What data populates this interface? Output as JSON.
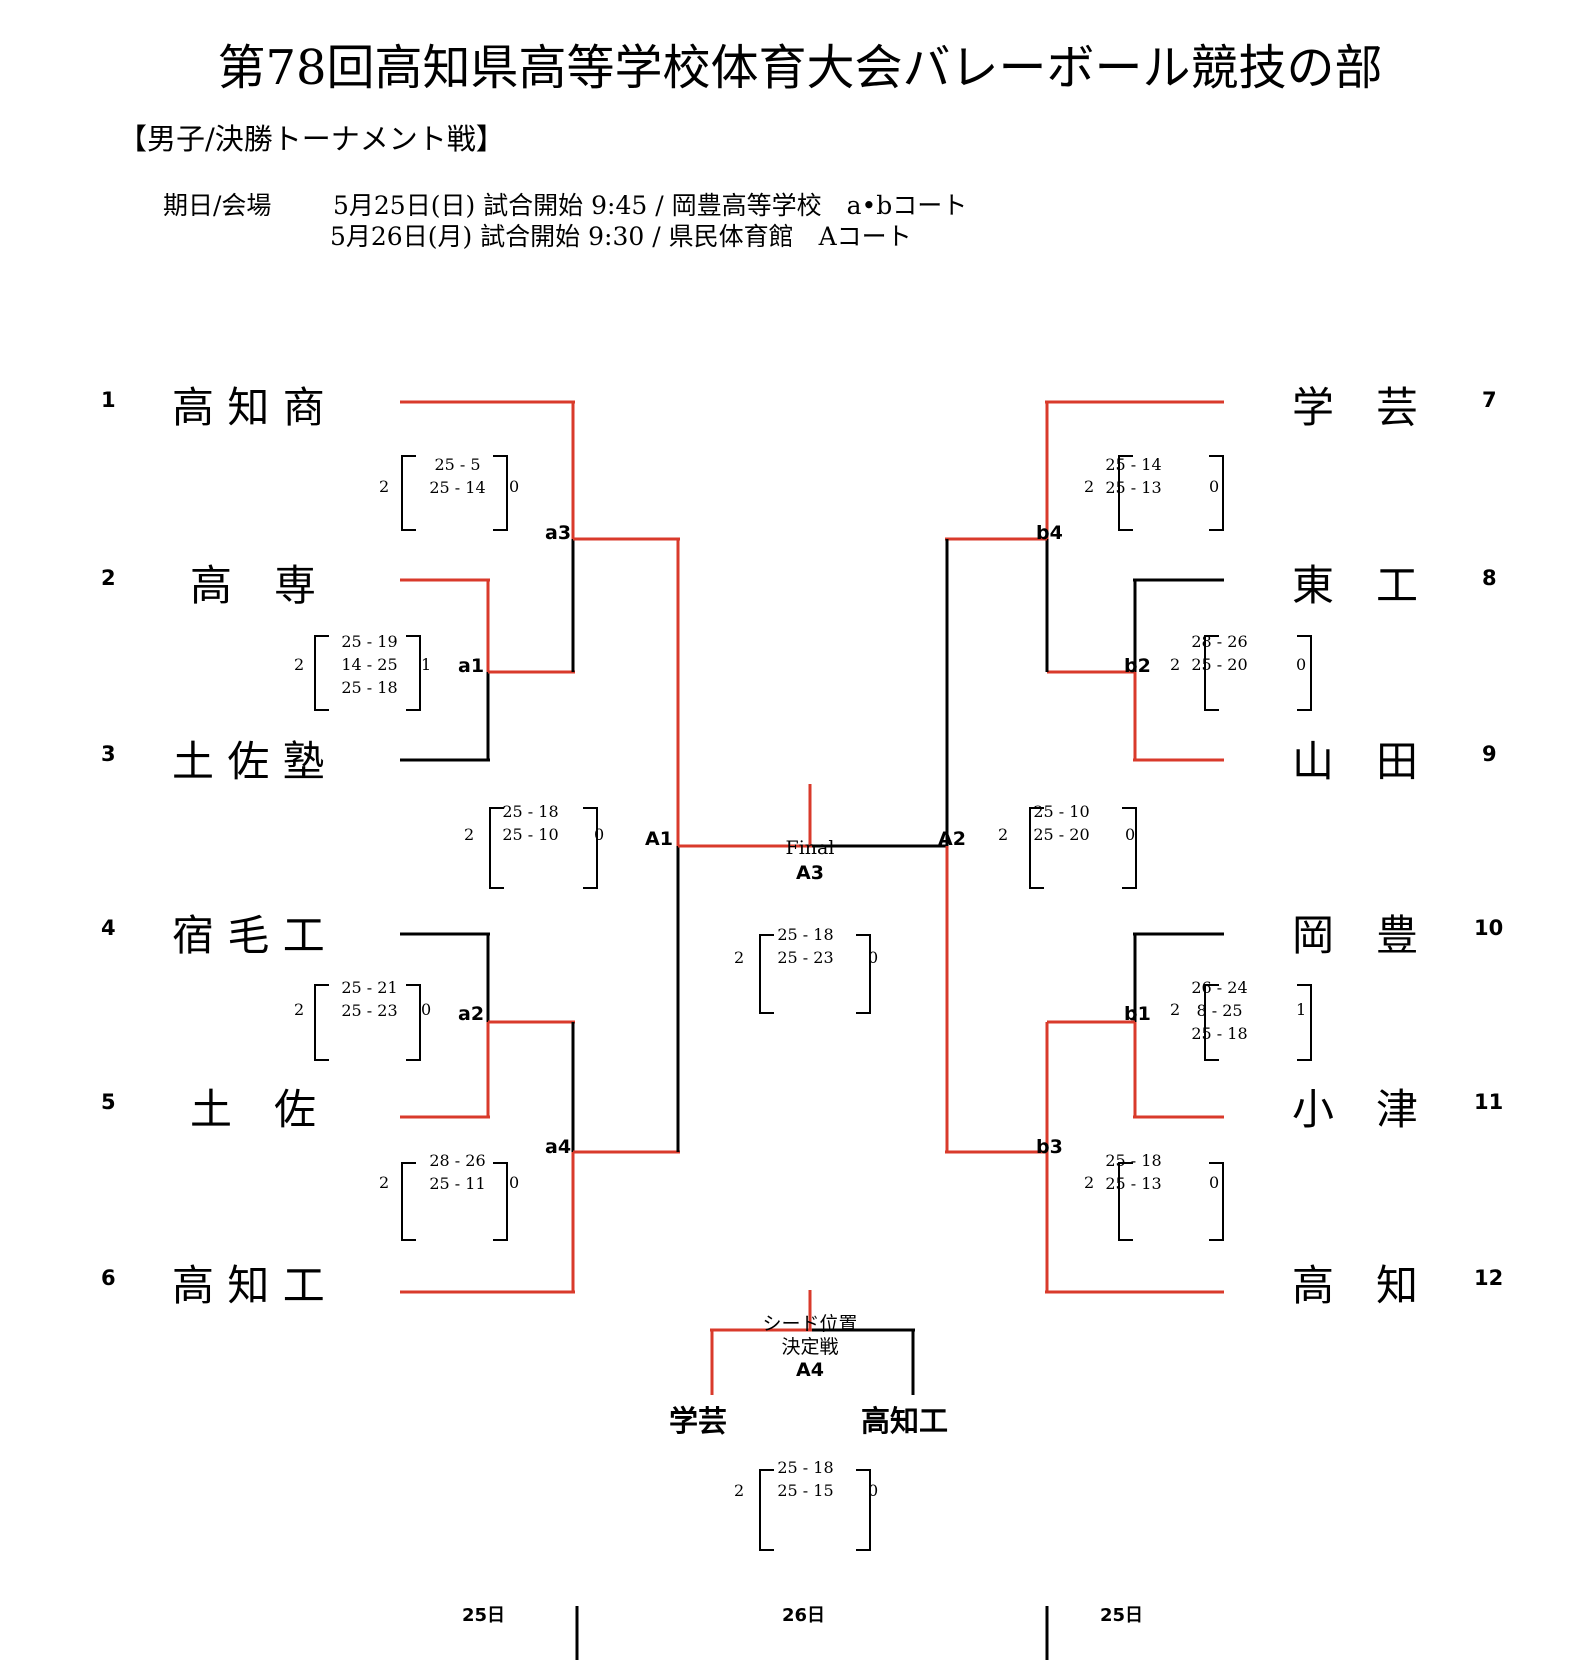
{
  "title": "第78回高知県高等学校体育大会バレーボール競技の部",
  "subtitle": "【男子/決勝トーナメント戦】",
  "schedule": {
    "label": "期日/会場",
    "line1": "5月25日(日) 試合開始 9:45 / 岡豊高等学校　a•bコート",
    "line2": "5月26日(月) 試合開始 9:30 / 県民体育館　Aコート"
  },
  "teams": {
    "t1": {
      "seed": "1",
      "name": "高 知 商"
    },
    "t2": {
      "seed": "2",
      "name": "高　専"
    },
    "t3": {
      "seed": "3",
      "name": "土 佐 塾"
    },
    "t4": {
      "seed": "4",
      "name": "宿 毛 工"
    },
    "t5": {
      "seed": "5",
      "name": "土　佐"
    },
    "t6": {
      "seed": "6",
      "name": "高 知 工"
    },
    "t7": {
      "seed": "7",
      "name": "学　芸"
    },
    "t8": {
      "seed": "8",
      "name": "東　工"
    },
    "t9": {
      "seed": "9",
      "name": "山　田"
    },
    "t10": {
      "seed": "10",
      "name": "岡　豊"
    },
    "t11": {
      "seed": "11",
      "name": "小　津"
    },
    "t12": {
      "seed": "12",
      "name": "高　知"
    }
  },
  "matches": {
    "a1": {
      "label": "a1",
      "left": "2",
      "right": "1",
      "sets": [
        "25 - 19",
        "14 - 25",
        "25 - 18"
      ]
    },
    "a2": {
      "label": "a2",
      "left": "2",
      "right": "0",
      "sets": [
        "25 - 21",
        "25 - 23"
      ]
    },
    "a3": {
      "label": "a3",
      "left": "2",
      "right": "0",
      "sets": [
        "25 -  5",
        "25 - 14"
      ]
    },
    "a4": {
      "label": "a4",
      "left": "2",
      "right": "0",
      "sets": [
        "28 - 26",
        "25 - 11"
      ]
    },
    "A1": {
      "label": "A1",
      "left": "2",
      "right": "0",
      "sets": [
        "25 - 18",
        "25 - 10"
      ]
    },
    "b1": {
      "label": "b1",
      "left": "2",
      "right": "1",
      "sets": [
        "26 - 24",
        "8  - 25",
        "25 - 18"
      ]
    },
    "b2": {
      "label": "b2",
      "left": "2",
      "right": "0",
      "sets": [
        "28 - 26",
        "25 - 20"
      ]
    },
    "b3": {
      "label": "b3",
      "left": "2",
      "right": "0",
      "sets": [
        "25 - 18",
        "25 - 13"
      ]
    },
    "b4": {
      "label": "b4",
      "left": "2",
      "right": "0",
      "sets": [
        "25 - 14",
        "25 - 13"
      ]
    },
    "A2": {
      "label": "A2",
      "left": "2",
      "right": "0",
      "sets": [
        "25 - 10",
        "25 - 20"
      ]
    },
    "A3": {
      "label": "A3",
      "caption": "Final",
      "left": "2",
      "right": "0",
      "sets": [
        "25 - 18",
        "25 - 23"
      ]
    },
    "A4": {
      "label": "A4",
      "caption1": "シード位置",
      "caption2": "決定戦",
      "team_left": "学芸",
      "team_right": "高知工",
      "left": "2",
      "right": "0",
      "sets": [
        "25 - 18",
        "25 - 15"
      ]
    }
  },
  "days": {
    "left": "25日",
    "center": "26日",
    "right": "25日"
  },
  "colors": {
    "winner_line": "#d93a2b",
    "loser_line": "#000000"
  }
}
